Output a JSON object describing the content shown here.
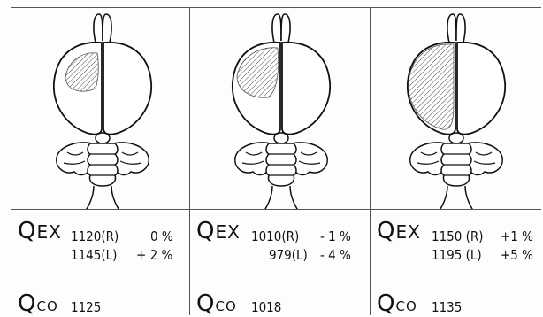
{
  "panels": [
    {
      "qex_label": "EX",
      "qex_q": "Q",
      "qex_r": "1120(R)",
      "qex_r_change": "0 %",
      "qex_l": "1145(L)",
      "qex_l_change": "+ 2 %",
      "qco_q": "Q",
      "qco_label": "CO",
      "qco_value": "1125"
    },
    {
      "qex_label": "EX",
      "qex_q": "Q",
      "qex_r": "1010(R)",
      "qex_r_change": "- 1 %",
      "qex_l": "979(L)",
      "qex_l_change": "- 4 %",
      "qco_q": "Q",
      "qco_label": "CO",
      "qco_value": "1018"
    },
    {
      "qex_label": "EX",
      "qex_q": "Q",
      "qex_r": "1150 (R)",
      "qex_r_change": "+1 %",
      "qex_l": "1195 (L)",
      "qex_l_change": "+5 %",
      "qco_q": "Q",
      "qco_label": "CO",
      "qco_value": "1135"
    }
  ]
}
